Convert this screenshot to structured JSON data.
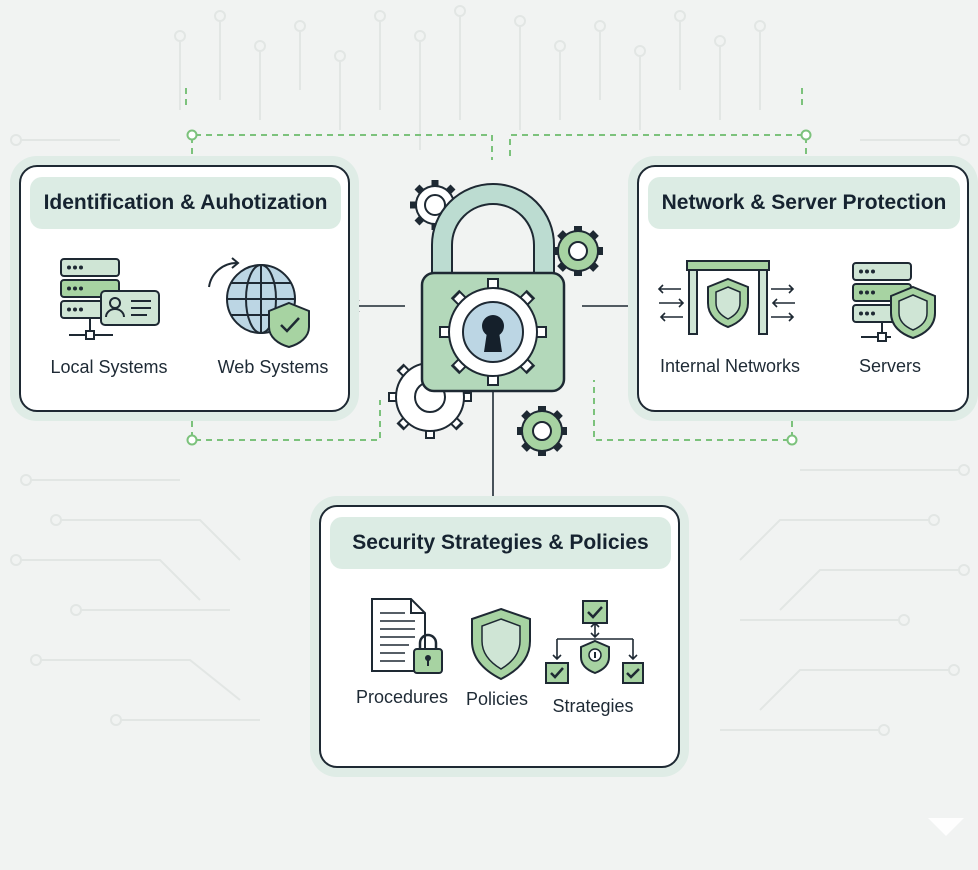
{
  "colors": {
    "accent_green": "#8ec48e",
    "light_green": "#cfe5d5",
    "dark_ink": "#1e2933",
    "panel_halo": "#dfece6",
    "globe_blue": "#bcd6e4",
    "dashed_line": "#7cc27c"
  },
  "center": {
    "icon": "padlock-gear-icon"
  },
  "panels": {
    "identification": {
      "title": "Identification & Auhotization",
      "items": [
        {
          "label": "Local Systems",
          "icon": "server-id-card-icon"
        },
        {
          "label": "Web Systems",
          "icon": "globe-shield-icon"
        }
      ]
    },
    "network": {
      "title": "Network & Server Protection",
      "items": [
        {
          "label": "Internal Networks",
          "icon": "gateway-shield-icon"
        },
        {
          "label": "Servers",
          "icon": "server-shield-icon"
        }
      ]
    },
    "security": {
      "title": "Security Strategies & Policies",
      "items": [
        {
          "label": "Procedures",
          "icon": "document-lock-icon"
        },
        {
          "label": "Policies",
          "icon": "shield-icon"
        },
        {
          "label": "Strategies",
          "icon": "flowchart-checks-icon"
        }
      ]
    }
  }
}
